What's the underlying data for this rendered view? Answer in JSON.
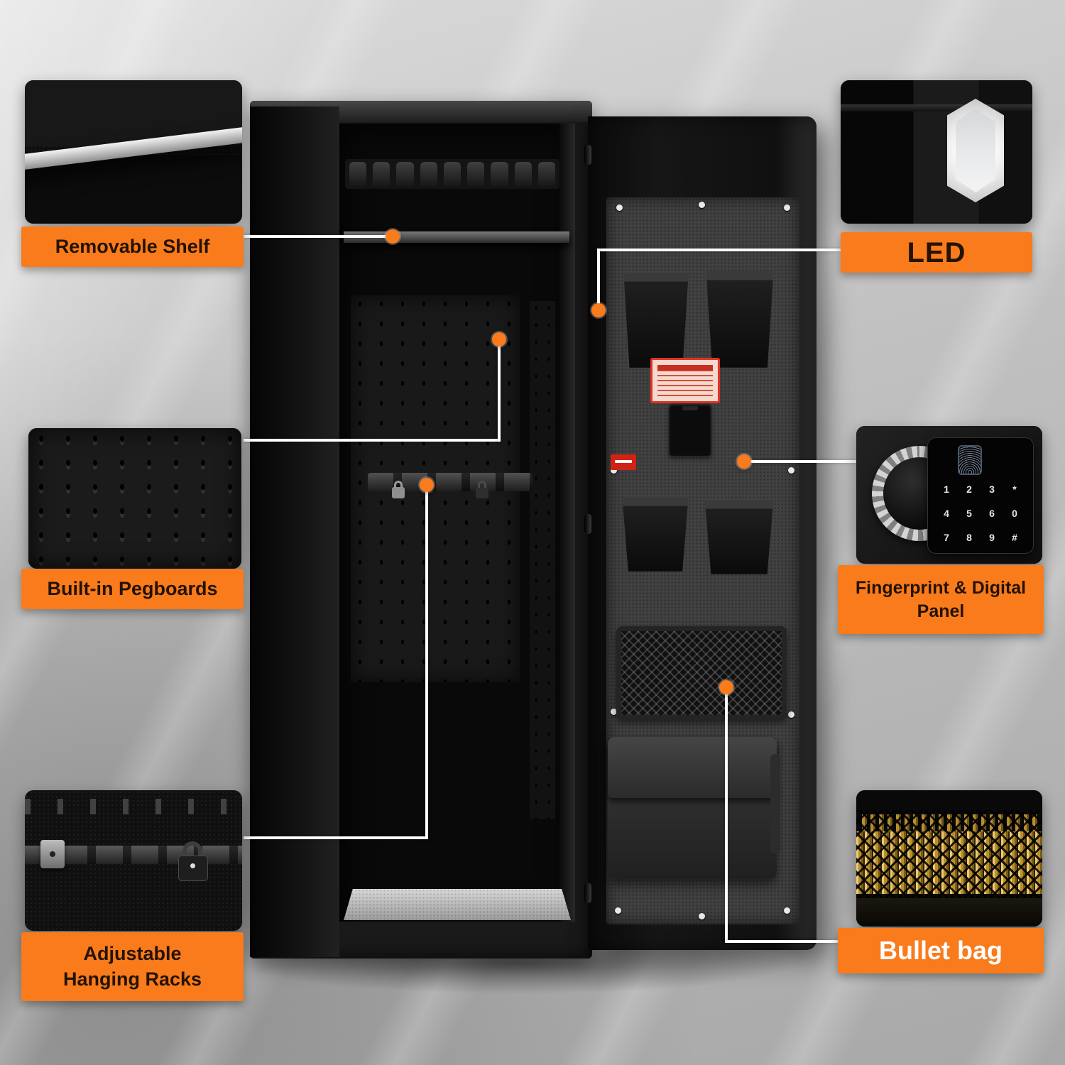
{
  "colors": {
    "accent": "#F97B1C",
    "background": "#BFBFBF"
  },
  "callouts": {
    "removable_shelf": {
      "label": "Removable Shelf"
    },
    "pegboards": {
      "label": "Built-in Pegboards"
    },
    "hanging_racks": {
      "line1": "Adjustable",
      "line2": "Hanging Racks"
    },
    "led": {
      "label": "LED"
    },
    "fingerprint": {
      "line1": "Fingerprint & Digital",
      "line2": "Panel"
    },
    "bullet_bag": {
      "label": "Bullet bag"
    }
  },
  "keypad": {
    "keys": [
      "1",
      "2",
      "3",
      "*",
      "4",
      "5",
      "6",
      "0",
      "7",
      "8",
      "9",
      "#"
    ]
  }
}
